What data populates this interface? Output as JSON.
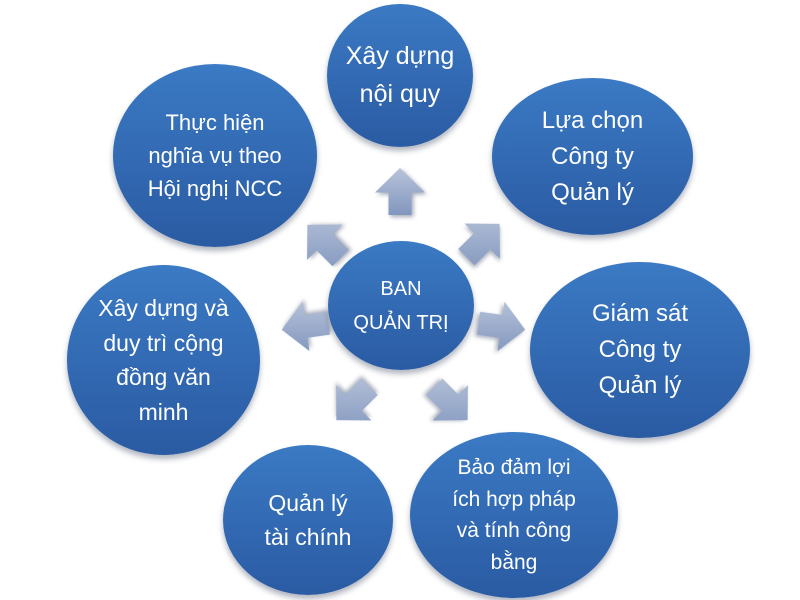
{
  "diagram_title": "",
  "center": {
    "id": "ban-quan-tri",
    "label": "BAN\nQUẢN TRỊ"
  },
  "nodes": [
    {
      "id": "xay-dung-noi-quy",
      "position": "top",
      "label": "Xây dựng\nnội quy"
    },
    {
      "id": "lua-chon-cong-ty-quan-ly",
      "position": "top-right",
      "label": "Lựa chọn\nCông ty\nQuản lý"
    },
    {
      "id": "giam-sat-cong-ty-quan-ly",
      "position": "right",
      "label": "Giám sát\nCông ty\nQuản lý"
    },
    {
      "id": "bao-dam-loi-ich",
      "position": "bottom-right",
      "label": "Bảo đảm lợi\ních hợp pháp\nvà tính công\nbằng"
    },
    {
      "id": "quan-ly-tai-chinh",
      "position": "bottom-left",
      "label": "Quản lý\ntài chính"
    },
    {
      "id": "xay-dung-duy-tri",
      "position": "left",
      "label": "Xây dựng và\nduy trì cộng\nđồng văn\nminh"
    },
    {
      "id": "thuc-hien-nghia-vu",
      "position": "top-left",
      "label": "Thực hiện\nnghĩa vụ theo\nHội nghị NCC"
    }
  ],
  "icons": {
    "arrows": [
      "arrow-up",
      "arrow-up-right",
      "arrow-right",
      "arrow-down-right",
      "arrow-down-left",
      "arrow-left",
      "arrow-up-left"
    ]
  },
  "colors": {
    "circle_top": "#3b7ac4",
    "circle_bottom": "#2a5ba3",
    "arrow_light": "#b7c3d9",
    "arrow_dark": "#8196be",
    "text": "#ffffff",
    "background": "#ffffff"
  }
}
